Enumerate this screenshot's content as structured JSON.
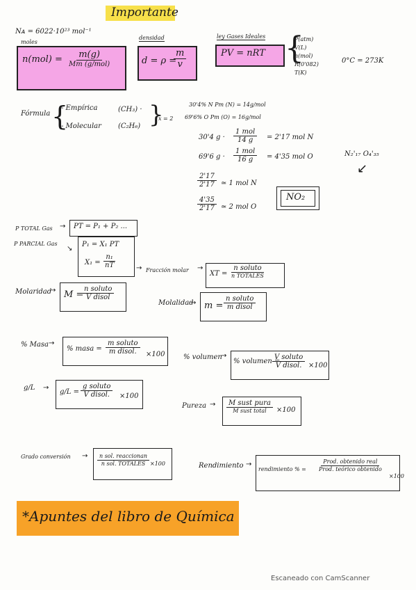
{
  "title": "Importante",
  "top": {
    "na": "Nᴀ = 6022·10²³ mol⁻¹",
    "moles_label": "moles",
    "moles_lhs": "n(mol) =",
    "moles_num": "m(g)",
    "moles_den": "Mm (g/mol)",
    "density_label": "densidad",
    "density_formula": "d = ρ =",
    "density_num": "m",
    "density_den": "v",
    "gas_label": "ley Gases Ideales",
    "gas_formula": "PV = nRT",
    "gas_vars": [
      "P(atm)",
      "V(L)",
      "n(mol)",
      "R(0'082)",
      "T(K)"
    ],
    "zero_celsius": "0°C = 273K"
  },
  "formula": {
    "label": "Fórmula",
    "empirica": "- Empírica",
    "empirica_ex": "(CH₃) ·",
    "molecular": "- Molecular",
    "molecular_ex": "(C₂H₆)",
    "factor": "x = 2",
    "calc_lines": [
      "30'4% N     Pm (N) = 14g/mol",
      "69'6% O     Pm (O) = 16g/mol"
    ],
    "calc_n_prefix": "30'4 g ·",
    "calc_n_num": "1 mol",
    "calc_n_den": "14 g",
    "calc_n_result": "= 2'17 mol N",
    "calc_o_prefix": "69'6 g ·",
    "calc_o_num": "1 mol",
    "calc_o_den": "16 g",
    "calc_o_result": "= 4'35 mol O",
    "result_empirical": "N₂'₁₇ O₄'₃₅",
    "div1_num": "2'17",
    "div1_den": "2'17",
    "div1_result": "≃ 1 mol N",
    "div2_num": "4'35",
    "div2_den": "2'17",
    "div2_result": "≃ 2 mol O",
    "final_box": "NO₂"
  },
  "pressure": {
    "total_label": "P TOTAL Gas",
    "total_formula": "PT = P₁ + P₂ ...",
    "partial_label": "P PARCIAL Gas",
    "partial_formula": "P₁ = X₁ PT",
    "x_lhs": "X₁ =",
    "x_num": "n₁",
    "x_den": "nT",
    "fraccion_label": "Fracción molar",
    "fraccion_lhs": "XT =",
    "fraccion_num": "n soluto",
    "fraccion_den": "n TOTALES"
  },
  "molaridad": {
    "label": "Molaridad",
    "lhs": "M =",
    "num": "n soluto",
    "den": "V disol"
  },
  "molalidad": {
    "label": "Molalidad",
    "lhs": "m =",
    "num": "n soluto",
    "den": "m disol"
  },
  "masa": {
    "label": "% Masa",
    "lhs": "% masa =",
    "num": "m soluto",
    "den": "m disol.",
    "tail": "×100"
  },
  "volumen": {
    "label": "% volumen",
    "lhs": "% volumen =",
    "num": "V soluto",
    "den": "V disol.",
    "tail": "×100"
  },
  "gl": {
    "label": "g/L",
    "lhs": "g/L =",
    "num": "g soluto",
    "den": "V disol.",
    "tail": "×100"
  },
  "pureza": {
    "label": "Pureza",
    "num": "M sust pura",
    "den": "M sust total",
    "tail": "×100"
  },
  "conversion": {
    "label": "Grado conversión",
    "num": "n sol. reaccionan",
    "den": "n sol. TOTALES",
    "tail": "×100"
  },
  "rendimiento": {
    "label": "Rendimiento",
    "lhs": "rendimiento % =",
    "num": "Prod. obtenido real",
    "den": "Prod. teórico obtenido",
    "tail": "×100"
  },
  "footer_banner": "*Apuntes del libro de Química",
  "scanner": "Escaneado con CamScanner"
}
